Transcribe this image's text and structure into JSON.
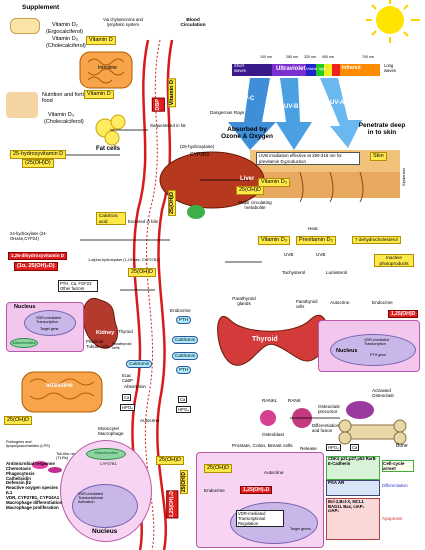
{
  "supplement": {
    "title": "Supplement",
    "d2": "Vitamin D₂",
    "d2_name": "(Ergocalciferol)",
    "d3": "Vitamin D₃",
    "d3_name": "(Cholecalciferol)"
  },
  "nutrition": {
    "title": "Nutrition and fortified food",
    "d3": "Vitamin D₃",
    "d3_name": "(Cholecalciferol)"
  },
  "lymph_label": "Via chylomicrons and lymphatic system",
  "blood_label": "Blood Circulation",
  "intestine_label": "Intestine",
  "vitd_box": "Vitamin D",
  "dbp_label": "DBP",
  "vitd3_vert": "Vitamin D",
  "dangerous_rays": "Dangerous Rays",
  "spectrum": {
    "ticks": [
      "100 nm",
      "280 nm",
      "320 nm",
      "400 nm",
      "700 nm"
    ],
    "short": "Short waves",
    "long": "Long waves",
    "uv": "Ultraviolet",
    "visible": "Visible light",
    "ir": "Infrared",
    "uvc": "UV-C",
    "uvb": "UV-B",
    "uva": "UV-A"
  },
  "absorbed": "Absorbed by Ozone & Oxygen",
  "penetrate": "Penetrate deep in to skin",
  "fat_cells": "Fat cells",
  "sequestered": "Sequestered in fat",
  "hydroxylase25": "(25-hydroxylase)",
  "cyp2r1": "CYP2R1",
  "uvb_note": "UVB irradiation effective at 290-315 nm for previtamin D₃production",
  "skin_label": "Skin",
  "epidermis": "Epidermis",
  "d3_skin": "Vitamin D₃",
  "ohd_box1": "25-hydroxyvitamin D",
  "ohd_box2": "(25(OH)D)",
  "liver": {
    "label": "Liver",
    "ohd": "25(OH)D",
    "major": "Major circulating metabolite"
  },
  "calcitroic": "Calcitroic acid",
  "excreted": "Excreted in bile",
  "ohd_vert": "25(OH)D",
  "hydroxylase24": "24-hydroxylase (24-OHase,CYP24)",
  "heat": "Heat",
  "previt": "Previtamin D₃",
  "dehydro": "7 dehydrocholesterol",
  "uvb1": "UVB",
  "uvb2": "UVB",
  "tachysterol": "Tachysterol",
  "lumisterol": "Lumisterol",
  "inactive": "Inactive photoproducts",
  "red_box1": "1,25-dihydroxyvitamin D",
  "red_box2": "(1α, 25(OH)₂D)",
  "alpha_hydroxylase": "1-alpha-hydroxylase (1-OHase, CYP27B1)",
  "ohd_kidney": "25(OH)D",
  "pth_factors": "PTH, Ca, FGF23 Other factors",
  "kidney": "Kidney",
  "nucleus1": "Nucleus",
  "vdr1": "VDR-mediated Transcription",
  "target_gene": "Target gene",
  "mitochondria1": "Mitochondria",
  "proximal": "Proximal Tubule cells",
  "thyroid_small": "Thyroid",
  "parathyroid_small": "Parathyroid cells",
  "pth1": "PTH",
  "pth2": "PTH",
  "endocrine1": "Endocrine",
  "calcitonin1": "Calcitonin",
  "calcitonin2": "Calcitonin",
  "calcitonin3": "Calcitonin",
  "ecaf": "Ecac CaBP",
  "parathyroid_glands": "Parathyroid glands",
  "thyroid_big": "Thyroid",
  "parathyroid_cells": "Parathyroid cells",
  "autocrine1": "Autocrine",
  "endocrine2": "Endocrine",
  "red_vert_small": "1,25(OH)D",
  "nucleus2": "Nucleus",
  "vdr2": "VDR-mediated Transcription",
  "pth_gene": "PTH gene",
  "absorption": "Absorption",
  "ca1": "Ca",
  "hpo1": "HPO₄",
  "intestine2": "Intestine",
  "ohd_left": "25(OH)D",
  "ca2": "Ca",
  "hpo2": "HPO₄",
  "rankl": "RANKL",
  "rank": "RANK",
  "osteoblast": "Osteoblast",
  "osteoclast_precursor": "Osteoclast precursor",
  "activated_osteoclast": "Activated Osteoclast",
  "differentiation_fusion": "Differentiation and fusion",
  "release": "Release",
  "hpo3": "HPO₄",
  "ca3": "Ca",
  "bone": "Bone",
  "autocrine2": "Autocrine",
  "monocyte": "Monocyte/ Macrophage",
  "pathogens": "Pathogens and lipopolysaccharides (LPS)",
  "tlr": "Toll-like receptors (TLRs)",
  "mitochondria2": "Mitochondria",
  "cyp27b1": "CYP27B1",
  "ohd_mono": "25(OH)D",
  "red_mono": "1,25(OH)₂D",
  "antimicrobial": [
    "Antimicrobial response",
    "Chemotaxis",
    "Phagocytosis",
    "Cathelicidin",
    "Defensin β2",
    "Reactive oxygen species",
    "IL1",
    "VDR, CYP27B1, CYP24A1",
    "Macrophage differentiation",
    "Macrophage proliferation"
  ],
  "nucleus3": "Nucleus",
  "vdr3": "VDR-mediated Transcriptional Activation",
  "prostate": "Prostate, Colon, Breast cells",
  "ohd_pros": "25(OH)D",
  "autocrine3": "Autocrine",
  "endocrine3": "Endocrine",
  "red_pros": "1,25(OH)₂D",
  "vdr4": "VDR-mediated Transcriptional Regulation",
  "pros_target": "Target genes",
  "cdk_genes": "CDK2 p21,p27,p53 RarB E-Cadherin",
  "cell_cycle": "Cell-cycle arrest",
  "psa": "PSA AR",
  "differentiation": "Differentiation",
  "bcl": "Bcl-2,Bcl-X, MCL1 BAG1L Bax, cIAP₁ cIAP₂",
  "apoptosis": "Apoptosis",
  "red_vert_bottom": "1,25(OH)₂D",
  "ohd_bottom_vert": "25(OH)D",
  "colors": {
    "blood": "#d91a1a",
    "yellow": "#ffe84a",
    "red_box": "#e02020",
    "cell_pink": "#f3c6ee",
    "nucleus": "#c9b7e9",
    "spectrum_uv": "#7b2fd0",
    "spectrum_ir": "#ff8c00"
  }
}
